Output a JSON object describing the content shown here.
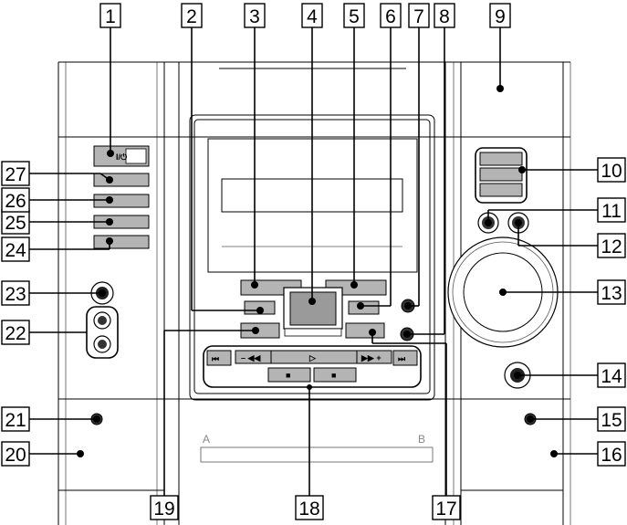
{
  "callouts": [
    "1",
    "2",
    "3",
    "4",
    "5",
    "6",
    "7",
    "8",
    "9",
    "10",
    "11",
    "12",
    "13",
    "14",
    "15",
    "16",
    "17",
    "18",
    "19",
    "20",
    "21",
    "22",
    "23",
    "24",
    "25",
    "26",
    "27"
  ],
  "device": {
    "power_label": "I/⏻",
    "deck_a_label": "A",
    "deck_b_label": "B",
    "tape_controls": [
      "⏮",
      "– ◀◀",
      "▷",
      "▶▶ +",
      "⏭",
      "■",
      "■"
    ]
  }
}
